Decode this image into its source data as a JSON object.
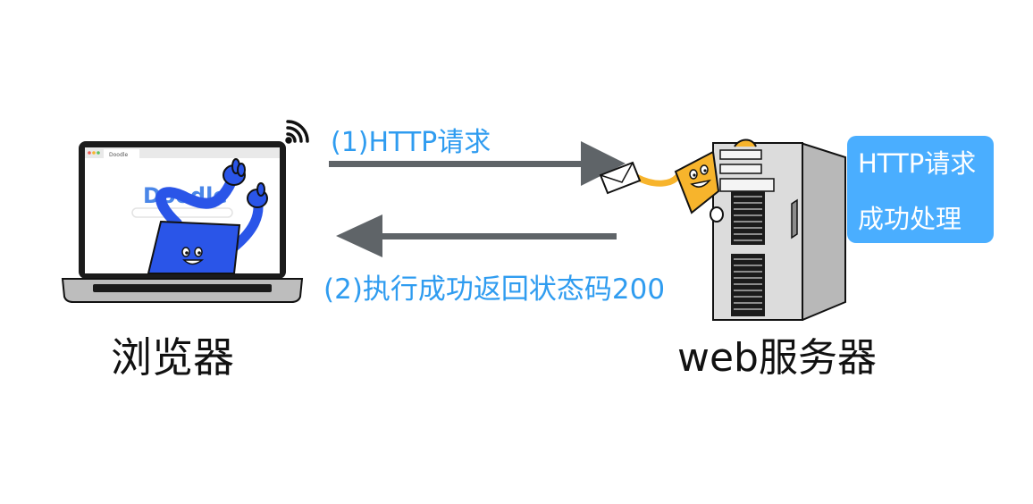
{
  "diagram": {
    "browser_label": "浏览器",
    "server_label": "web服务器",
    "request_label": "(1)HTTP请求",
    "response_label": "(2)执行成功返回状态码200",
    "server_badge": {
      "line1": "HTTP请求",
      "line2": "成功处理"
    },
    "browser_screen": {
      "tab_text": "Doodle",
      "logo_text": "Doodle"
    },
    "colors": {
      "label_blue": "#2f9cf0",
      "badge_blue": "#4aaeff",
      "arrow_gray": "#5f6468",
      "doodle_blue": "#2a55e8",
      "doodle_yellow": "#f7b42c"
    }
  }
}
